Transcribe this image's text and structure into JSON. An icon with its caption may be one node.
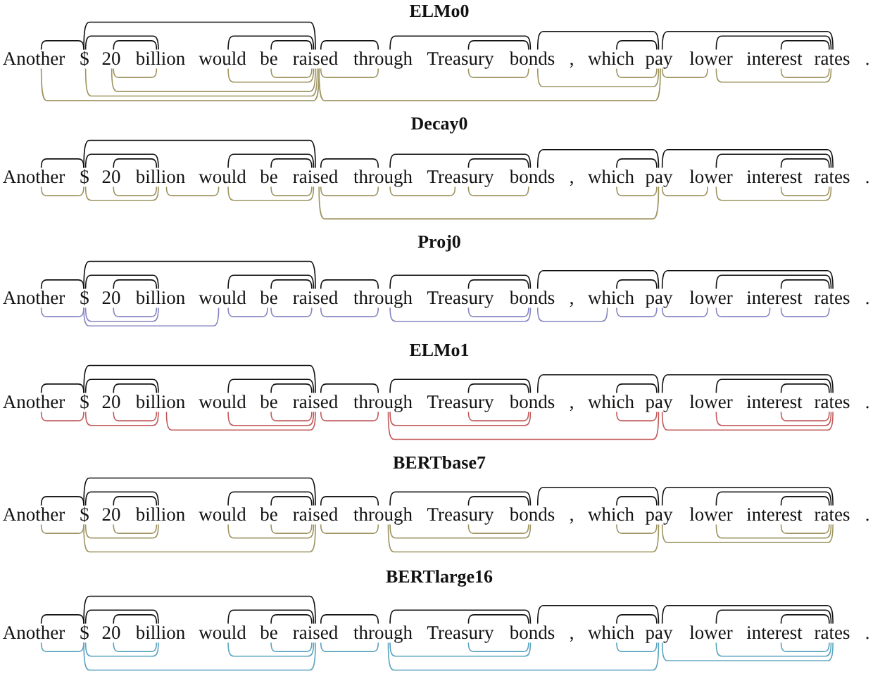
{
  "diagram": {
    "nodes": [
      {
        "text": [
          "Another"
        ]
      },
      {
        "text": [
          "$"
        ]
      },
      {
        "text": [
          "20"
        ]
      },
      {
        "text": [
          "billion"
        ]
      },
      {
        "text": [
          "would"
        ]
      },
      {
        "text": [
          "be"
        ]
      },
      {
        "text": [
          "raised"
        ]
      },
      {
        "text": [
          "through"
        ]
      },
      {
        "text": [
          "Treasury"
        ]
      },
      {
        "text": [
          "bonds"
        ]
      },
      {
        "text": [
          "which"
        ]
      },
      {
        "text": [
          "pay"
        ]
      },
      {
        "text": [
          "lower"
        ]
      },
      {
        "text": [
          "interest"
        ]
      },
      {
        "text": [
          "rates"
        ]
      },
      {
        "text": [
          "Another"
        ]
      },
      {
        "text": [
          "$"
        ]
      },
      {
        "text": [
          "20"
        ]
      },
      {
        "text": [
          "billion"
        ]
      },
      {
        "text": [
          "would"
        ]
      },
      {
        "text": [
          "be"
        ]
      },
      {
        "text": [
          "raised"
        ]
      },
      {
        "text": [
          "through"
        ]
      },
      {
        "text": [
          "Treasury"
        ]
      },
      {
        "text": [
          "bonds"
        ]
      },
      {
        "text": [
          "which"
        ]
      },
      {
        "text": [
          "pay"
        ]
      },
      {
        "text": [
          "lower"
        ]
      },
      {
        "text": [
          "interest"
        ]
      },
      {
        "text": [
          "rates"
        ]
      },
      {
        "text": [
          "Another"
        ]
      },
      {
        "text": [
          "$"
        ]
      },
      {
        "text": [
          "20"
        ]
      },
      {
        "text": [
          "billion"
        ]
      },
      {
        "text": [
          "would"
        ]
      },
      {
        "text": [
          "be"
        ]
      },
      {
        "text": [
          "raised"
        ]
      },
      {
        "text": [
          "through"
        ]
      },
      {
        "text": [
          "Treasury"
        ]
      },
      {
        "text": [
          "bonds"
        ]
      },
      {
        "text": [
          "which"
        ]
      },
      {
        "text": [
          "pay"
        ]
      },
      {
        "text": [
          "lower"
        ]
      },
      {
        "text": [
          "interest"
        ]
      },
      {
        "text": [
          "rates"
        ]
      },
      {
        "text": [
          "Another"
        ]
      },
      {
        "text": [
          "$"
        ]
      },
      {
        "text": [
          "20"
        ]
      },
      {
        "text": [
          "billion"
        ]
      },
      {
        "text": [
          "would"
        ]
      },
      {
        "text": [
          "be"
        ]
      },
      {
        "text": [
          "raised"
        ]
      },
      {
        "text": [
          "through"
        ]
      },
      {
        "text": [
          "Treasury"
        ]
      },
      {
        "text": [
          "bonds"
        ]
      },
      {
        "text": [
          "which"
        ]
      },
      {
        "text": [
          "pay"
        ]
      },
      {
        "text": [
          "lower"
        ]
      },
      {
        "text": [
          "interest"
        ]
      },
      {
        "text": [
          "rates"
        ]
      },
      {
        "text": [
          "Another"
        ]
      },
      {
        "text": [
          "$"
        ]
      },
      {
        "text": [
          "20"
        ]
      },
      {
        "text": [
          "billion"
        ]
      },
      {
        "text": [
          "would"
        ]
      },
      {
        "text": [
          "be"
        ]
      },
      {
        "text": [
          "raised"
        ]
      },
      {
        "text": [
          "through"
        ]
      },
      {
        "text": [
          "Treasury"
        ]
      },
      {
        "text": [
          "bonds"
        ]
      },
      {
        "text": [
          "which"
        ]
      },
      {
        "text": [
          "pay"
        ]
      },
      {
        "text": [
          "lower"
        ]
      },
      {
        "text": [
          "interest"
        ]
      },
      {
        "text": [
          "rates"
        ]
      },
      {
        "text": [
          "Another"
        ]
      },
      {
        "text": [
          "$"
        ]
      },
      {
        "text": [
          "20"
        ]
      },
      {
        "text": [
          "billion"
        ]
      },
      {
        "text": [
          "would"
        ]
      },
      {
        "text": [
          "be"
        ]
      },
      {
        "text": [
          "raised"
        ]
      },
      {
        "text": [
          "through"
        ]
      },
      {
        "text": [
          "Treasury"
        ]
      },
      {
        "text": [
          "bonds"
        ]
      },
      {
        "text": [
          "which"
        ]
      },
      {
        "text": [
          "pay"
        ]
      },
      {
        "text": [
          "lower"
        ]
      },
      {
        "text": [
          "interest"
        ]
      },
      {
        "text": [
          "rates"
        ]
      }
    ],
    "edges": [
      {
        "from": 0,
        "to": 1,
        "arrow": "none"
      },
      {
        "from": 1,
        "to": 3,
        "arrow": "none"
      },
      {
        "from": 1,
        "to": 6,
        "arrow": "none"
      },
      {
        "from": 2,
        "to": 3,
        "arrow": "none"
      },
      {
        "from": 4,
        "to": 6,
        "arrow": "none"
      },
      {
        "from": 5,
        "to": 6,
        "arrow": "none"
      },
      {
        "from": 6,
        "to": 7,
        "arrow": "none"
      },
      {
        "from": 7,
        "to": 9,
        "arrow": "none"
      },
      {
        "from": 8,
        "to": 9,
        "arrow": "none"
      },
      {
        "from": 9,
        "to": 11,
        "arrow": "none"
      },
      {
        "from": 10,
        "to": 11,
        "arrow": "none"
      },
      {
        "from": 11,
        "to": 14,
        "arrow": "none"
      },
      {
        "from": 12,
        "to": 14,
        "arrow": "none"
      },
      {
        "from": 13,
        "to": 14,
        "arrow": "none"
      },
      {
        "from": 0,
        "to": 6,
        "arrow": "none",
        "color": "#9e9460"
      },
      {
        "from": 1,
        "to": 6,
        "arrow": "none",
        "color": "#9e9460"
      },
      {
        "from": 2,
        "to": 3,
        "arrow": "none",
        "color": "#9e9460"
      },
      {
        "from": 2,
        "to": 6,
        "arrow": "none",
        "color": "#9e9460"
      },
      {
        "from": 4,
        "to": 6,
        "arrow": "none",
        "color": "#9e9460"
      },
      {
        "from": 5,
        "to": 6,
        "arrow": "none",
        "color": "#9e9460"
      },
      {
        "from": 6,
        "to": 7,
        "arrow": "none",
        "color": "#9e9460"
      },
      {
        "from": 6,
        "to": 11,
        "arrow": "none",
        "color": "#9e9460"
      },
      {
        "from": 8,
        "to": 9,
        "arrow": "none",
        "color": "#9e9460"
      },
      {
        "from": 9,
        "to": 11,
        "arrow": "none",
        "color": "#9e9460"
      },
      {
        "from": 10,
        "to": 11,
        "arrow": "none",
        "color": "#9e9460"
      },
      {
        "from": 11,
        "to": 12,
        "arrow": "none",
        "color": "#9e9460"
      },
      {
        "from": 12,
        "to": 14,
        "arrow": "none",
        "color": "#9e9460"
      },
      {
        "from": 13,
        "to": 14,
        "arrow": "none",
        "color": "#9e9460"
      },
      {
        "from": 15,
        "to": 16,
        "arrow": "none"
      },
      {
        "from": 16,
        "to": 18,
        "arrow": "none"
      },
      {
        "from": 16,
        "to": 21,
        "arrow": "none"
      },
      {
        "from": 17,
        "to": 18,
        "arrow": "none"
      },
      {
        "from": 19,
        "to": 21,
        "arrow": "none"
      },
      {
        "from": 20,
        "to": 21,
        "arrow": "none"
      },
      {
        "from": 21,
        "to": 22,
        "arrow": "none"
      },
      {
        "from": 22,
        "to": 24,
        "arrow": "none"
      },
      {
        "from": 23,
        "to": 24,
        "arrow": "none"
      },
      {
        "from": 24,
        "to": 26,
        "arrow": "none"
      },
      {
        "from": 25,
        "to": 26,
        "arrow": "none"
      },
      {
        "from": 26,
        "to": 29,
        "arrow": "none"
      },
      {
        "from": 27,
        "to": 29,
        "arrow": "none"
      },
      {
        "from": 28,
        "to": 29,
        "arrow": "none"
      },
      {
        "from": 15,
        "to": 16,
        "arrow": "none",
        "color": "#9e9460"
      },
      {
        "from": 16,
        "to": 18,
        "arrow": "none",
        "color": "#9e9460"
      },
      {
        "from": 17,
        "to": 18,
        "arrow": "none",
        "color": "#9e9460"
      },
      {
        "from": 18,
        "to": 19,
        "arrow": "none",
        "color": "#9e9460"
      },
      {
        "from": 19,
        "to": 21,
        "arrow": "none",
        "color": "#9e9460"
      },
      {
        "from": 20,
        "to": 21,
        "arrow": "none",
        "color": "#9e9460"
      },
      {
        "from": 21,
        "to": 22,
        "arrow": "none",
        "color": "#9e9460"
      },
      {
        "from": 21,
        "to": 26,
        "arrow": "none",
        "color": "#9e9460"
      },
      {
        "from": 22,
        "to": 23,
        "arrow": "none",
        "color": "#9e9460"
      },
      {
        "from": 23,
        "to": 24,
        "arrow": "none",
        "color": "#9e9460"
      },
      {
        "from": 25,
        "to": 26,
        "arrow": "none",
        "color": "#9e9460"
      },
      {
        "from": 26,
        "to": 27,
        "arrow": "none",
        "color": "#9e9460"
      },
      {
        "from": 27,
        "to": 29,
        "arrow": "none",
        "color": "#9e9460"
      },
      {
        "from": 28,
        "to": 29,
        "arrow": "none",
        "color": "#9e9460"
      },
      {
        "from": 30,
        "to": 31,
        "arrow": "none"
      },
      {
        "from": 31,
        "to": 33,
        "arrow": "none"
      },
      {
        "from": 31,
        "to": 36,
        "arrow": "none"
      },
      {
        "from": 32,
        "to": 33,
        "arrow": "none"
      },
      {
        "from": 34,
        "to": 36,
        "arrow": "none"
      },
      {
        "from": 35,
        "to": 36,
        "arrow": "none"
      },
      {
        "from": 36,
        "to": 37,
        "arrow": "none"
      },
      {
        "from": 37,
        "to": 39,
        "arrow": "none"
      },
      {
        "from": 38,
        "to": 39,
        "arrow": "none"
      },
      {
        "from": 39,
        "to": 41,
        "arrow": "none"
      },
      {
        "from": 40,
        "to": 41,
        "arrow": "none"
      },
      {
        "from": 41,
        "to": 44,
        "arrow": "none"
      },
      {
        "from": 42,
        "to": 44,
        "arrow": "none"
      },
      {
        "from": 43,
        "to": 44,
        "arrow": "none"
      },
      {
        "from": 30,
        "to": 31,
        "arrow": "none",
        "color": "#8585c2"
      },
      {
        "from": 31,
        "to": 33,
        "arrow": "none",
        "color": "#8585c2"
      },
      {
        "from": 31,
        "to": 34,
        "arrow": "none",
        "color": "#8585c2"
      },
      {
        "from": 32,
        "to": 33,
        "arrow": "none",
        "color": "#8585c2"
      },
      {
        "from": 34,
        "to": 35,
        "arrow": "none",
        "color": "#8585c2"
      },
      {
        "from": 35,
        "to": 36,
        "arrow": "none",
        "color": "#8585c2"
      },
      {
        "from": 36,
        "to": 37,
        "arrow": "none",
        "color": "#8585c2"
      },
      {
        "from": 37,
        "to": 39,
        "arrow": "none",
        "color": "#8585c2"
      },
      {
        "from": 38,
        "to": 39,
        "arrow": "none",
        "color": "#8585c2"
      },
      {
        "from": 39,
        "to": 40,
        "arrow": "none",
        "color": "#8585c2"
      },
      {
        "from": 40,
        "to": 41,
        "arrow": "none",
        "color": "#8585c2"
      },
      {
        "from": 41,
        "to": 42,
        "arrow": "none",
        "color": "#8585c2"
      },
      {
        "from": 42,
        "to": 43,
        "arrow": "none",
        "color": "#8585c2"
      },
      {
        "from": 43,
        "to": 44,
        "arrow": "none",
        "color": "#8585c2"
      },
      {
        "from": 45,
        "to": 46,
        "arrow": "none"
      },
      {
        "from": 46,
        "to": 48,
        "arrow": "none"
      },
      {
        "from": 46,
        "to": 51,
        "arrow": "none"
      },
      {
        "from": 47,
        "to": 48,
        "arrow": "none"
      },
      {
        "from": 49,
        "to": 51,
        "arrow": "none"
      },
      {
        "from": 50,
        "to": 51,
        "arrow": "none"
      },
      {
        "from": 51,
        "to": 52,
        "arrow": "none"
      },
      {
        "from": 52,
        "to": 54,
        "arrow": "none"
      },
      {
        "from": 53,
        "to": 54,
        "arrow": "none"
      },
      {
        "from": 54,
        "to": 56,
        "arrow": "none"
      },
      {
        "from": 55,
        "to": 56,
        "arrow": "none"
      },
      {
        "from": 56,
        "to": 59,
        "arrow": "none"
      },
      {
        "from": 57,
        "to": 59,
        "arrow": "none"
      },
      {
        "from": 58,
        "to": 59,
        "arrow": "none"
      },
      {
        "from": 45,
        "to": 46,
        "arrow": "none",
        "color": "#c25a5a"
      },
      {
        "from": 46,
        "to": 48,
        "arrow": "none",
        "color": "#c25a5a"
      },
      {
        "from": 47,
        "to": 48,
        "arrow": "none",
        "color": "#c25a5a"
      },
      {
        "from": 48,
        "to": 51,
        "arrow": "none",
        "color": "#c25a5a"
      },
      {
        "from": 49,
        "to": 51,
        "arrow": "none",
        "color": "#c25a5a"
      },
      {
        "from": 50,
        "to": 51,
        "arrow": "none",
        "color": "#c25a5a"
      },
      {
        "from": 51,
        "to": 52,
        "arrow": "none",
        "color": "#c25a5a"
      },
      {
        "from": 52,
        "to": 54,
        "arrow": "none",
        "color": "#c25a5a"
      },
      {
        "from": 52,
        "to": 56,
        "arrow": "none",
        "color": "#c25a5a"
      },
      {
        "from": 53,
        "to": 54,
        "arrow": "none",
        "color": "#c25a5a"
      },
      {
        "from": 55,
        "to": 56,
        "arrow": "none",
        "color": "#c25a5a"
      },
      {
        "from": 56,
        "to": 59,
        "arrow": "none",
        "color": "#c25a5a"
      },
      {
        "from": 57,
        "to": 59,
        "arrow": "none",
        "color": "#c25a5a"
      },
      {
        "from": 58,
        "to": 59,
        "arrow": "none",
        "color": "#c25a5a"
      },
      {
        "from": 60,
        "to": 61,
        "arrow": "none"
      },
      {
        "from": 61,
        "to": 63,
        "arrow": "none"
      },
      {
        "from": 61,
        "to": 66,
        "arrow": "none"
      },
      {
        "from": 62,
        "to": 63,
        "arrow": "none"
      },
      {
        "from": 64,
        "to": 66,
        "arrow": "none"
      },
      {
        "from": 65,
        "to": 66,
        "arrow": "none"
      },
      {
        "from": 66,
        "to": 67,
        "arrow": "none"
      },
      {
        "from": 67,
        "to": 69,
        "arrow": "none"
      },
      {
        "from": 68,
        "to": 69,
        "arrow": "none"
      },
      {
        "from": 69,
        "to": 71,
        "arrow": "none"
      },
      {
        "from": 70,
        "to": 71,
        "arrow": "none"
      },
      {
        "from": 71,
        "to": 74,
        "arrow": "none"
      },
      {
        "from": 72,
        "to": 74,
        "arrow": "none"
      },
      {
        "from": 73,
        "to": 74,
        "arrow": "none"
      },
      {
        "from": 60,
        "to": 61,
        "arrow": "none",
        "color": "#9e9460"
      },
      {
        "from": 61,
        "to": 63,
        "arrow": "none",
        "color": "#9e9460"
      },
      {
        "from": 61,
        "to": 66,
        "arrow": "none",
        "color": "#9e9460"
      },
      {
        "from": 62,
        "to": 63,
        "arrow": "none",
        "color": "#9e9460"
      },
      {
        "from": 64,
        "to": 66,
        "arrow": "none",
        "color": "#9e9460"
      },
      {
        "from": 65,
        "to": 66,
        "arrow": "none",
        "color": "#9e9460"
      },
      {
        "from": 66,
        "to": 67,
        "arrow": "none",
        "color": "#9e9460"
      },
      {
        "from": 67,
        "to": 69,
        "arrow": "none",
        "color": "#9e9460"
      },
      {
        "from": 67,
        "to": 71,
        "arrow": "none",
        "color": "#9e9460"
      },
      {
        "from": 68,
        "to": 69,
        "arrow": "none",
        "color": "#9e9460"
      },
      {
        "from": 70,
        "to": 71,
        "arrow": "none",
        "color": "#9e9460"
      },
      {
        "from": 71,
        "to": 74,
        "arrow": "none",
        "color": "#9e9460"
      },
      {
        "from": 72,
        "to": 74,
        "arrow": "none",
        "color": "#9e9460"
      },
      {
        "from": 73,
        "to": 74,
        "arrow": "none",
        "color": "#9e9460"
      },
      {
        "from": 75,
        "to": 76,
        "arrow": "none"
      },
      {
        "from": 76,
        "to": 78,
        "arrow": "none"
      },
      {
        "from": 76,
        "to": 81,
        "arrow": "none"
      },
      {
        "from": 77,
        "to": 78,
        "arrow": "none"
      },
      {
        "from": 79,
        "to": 81,
        "arrow": "none"
      },
      {
        "from": 80,
        "to": 81,
        "arrow": "none"
      },
      {
        "from": 81,
        "to": 82,
        "arrow": "none"
      },
      {
        "from": 82,
        "to": 84,
        "arrow": "none"
      },
      {
        "from": 83,
        "to": 84,
        "arrow": "none"
      },
      {
        "from": 84,
        "to": 86,
        "arrow": "none"
      },
      {
        "from": 85,
        "to": 86,
        "arrow": "none"
      },
      {
        "from": 86,
        "to": 89,
        "arrow": "none"
      },
      {
        "from": 87,
        "to": 89,
        "arrow": "none"
      },
      {
        "from": 88,
        "to": 89,
        "arrow": "none"
      },
      {
        "from": 75,
        "to": 76,
        "arrow": "none",
        "color": "#5aa3bf"
      },
      {
        "from": 76,
        "to": 78,
        "arrow": "none",
        "color": "#5aa3bf"
      },
      {
        "from": 76,
        "to": 81,
        "arrow": "none",
        "color": "#5aa3bf"
      },
      {
        "from": 77,
        "to": 78,
        "arrow": "none",
        "color": "#5aa3bf"
      },
      {
        "from": 79,
        "to": 81,
        "arrow": "none",
        "color": "#5aa3bf"
      },
      {
        "from": 80,
        "to": 81,
        "arrow": "none",
        "color": "#5aa3bf"
      },
      {
        "from": 81,
        "to": 82,
        "arrow": "none",
        "color": "#5aa3bf"
      },
      {
        "from": 82,
        "to": 84,
        "arrow": "none",
        "color": "#5aa3bf"
      },
      {
        "from": 82,
        "to": 86,
        "arrow": "none",
        "color": "#5aa3bf"
      },
      {
        "from": 83,
        "to": 84,
        "arrow": "none",
        "color": "#5aa3bf"
      },
      {
        "from": 85,
        "to": 86,
        "arrow": "none",
        "color": "#5aa3bf"
      },
      {
        "from": 86,
        "to": 89,
        "arrow": "none",
        "color": "#5aa3bf"
      },
      {
        "from": 87,
        "to": 89,
        "arrow": "none",
        "color": "#5aa3bf"
      },
      {
        "from": 88,
        "to": 89,
        "arrow": "none",
        "color": "#5aa3bf"
      }
    ],
    "labels": [
      "ELMo0",
      ",",
      ".",
      "Decay0",
      ",",
      ".",
      "Proj0",
      ",",
      ".",
      "ELMo1",
      ",",
      ".",
      "BERTbase7",
      ",",
      ".",
      "BERTlarge16",
      ",",
      "."
    ]
  }
}
